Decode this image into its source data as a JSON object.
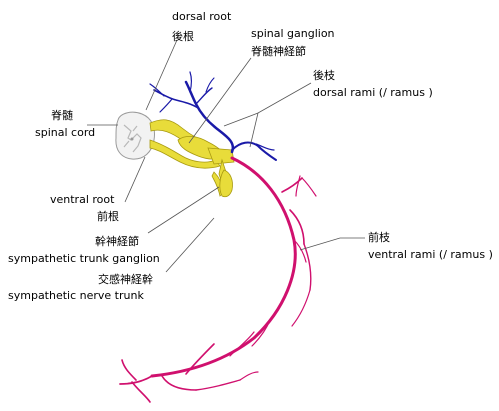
{
  "labels": {
    "dorsal_root_en": "dorsal root",
    "dorsal_root_ja": "後根",
    "spinal_ganglion_en": "spinal ganglion",
    "spinal_ganglion_ja": "脊髄神経節",
    "dorsal_rami_ja": "後枝",
    "dorsal_rami_en": "dorsal rami (/ ramus )",
    "spinal_cord_ja": "脊髄",
    "spinal_cord_en": "spinal cord",
    "ventral_root_en": "ventral root",
    "ventral_root_ja": "前根",
    "ventral_rami_ja": "前枝",
    "ventral_rami_en": "ventral rami (/ ramus )",
    "sympathetic_ganglion_ja": "幹神経節",
    "sympathetic_ganglion_en": "sympathetic trunk ganglion",
    "sympathetic_trunk_ja": "交感神経幹",
    "sympathetic_trunk_en": "sympathetic nerve trunk"
  },
  "colors": {
    "dorsal_nerve": "#1a1aa8",
    "ventral_nerve": "#d0106e",
    "root_yellow": "#e8dc3a",
    "root_outline": "#a89a10",
    "cord_fill": "#f2f2f2",
    "cord_outline": "#9a9a9a",
    "leader_line": "#555555"
  }
}
